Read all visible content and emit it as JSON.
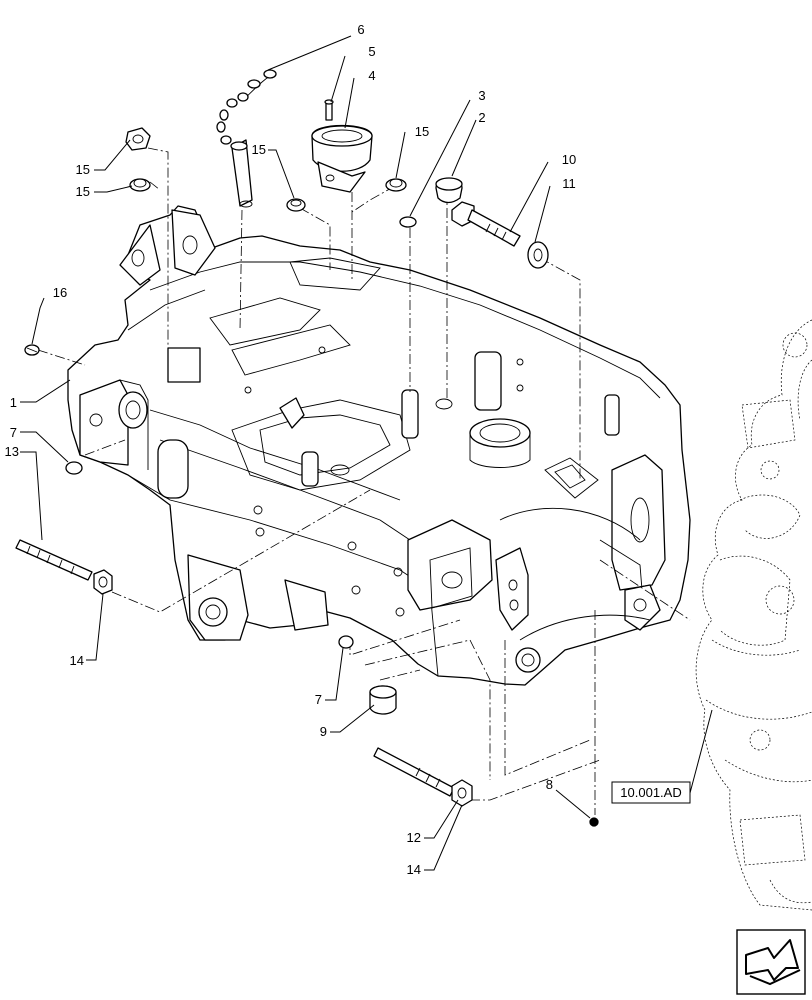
{
  "callouts": {
    "c1": "1",
    "c2": "2",
    "c3": "3",
    "c4": "4",
    "c5": "5",
    "c6": "6",
    "c7a": "7",
    "c7b": "7",
    "c8": "8",
    "c9": "9",
    "c10": "10",
    "c11": "11",
    "c12": "12",
    "c13": "13",
    "c14a": "14",
    "c14b": "14",
    "c15a": "15",
    "c15b": "15",
    "c15c": "15",
    "c15d": "15",
    "c16": "16"
  },
  "reference": {
    "label": "10.001.AD"
  },
  "nav_icon": "next-page-arrow-icon"
}
